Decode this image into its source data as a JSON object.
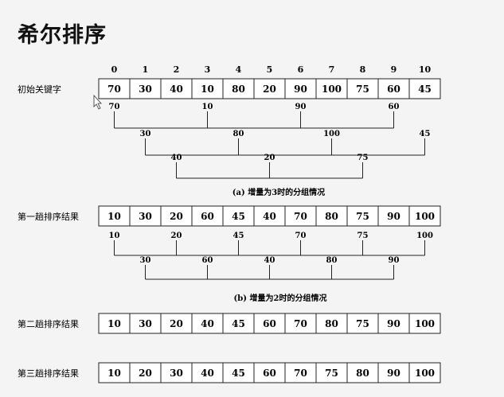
{
  "title": "希尔排序",
  "indices": [
    "0",
    "1",
    "2",
    "3",
    "4",
    "5",
    "6",
    "7",
    "8",
    "9",
    "10"
  ],
  "rows": [
    {
      "label": "初始关键字",
      "values": [
        "70",
        "30",
        "40",
        "10",
        "80",
        "20",
        "90",
        "100",
        "75",
        "60",
        "45"
      ]
    },
    {
      "label": "第一趟排序结果",
      "values": [
        "10",
        "30",
        "20",
        "60",
        "45",
        "40",
        "70",
        "80",
        "75",
        "90",
        "100"
      ]
    },
    {
      "label": "第二趟排序结果",
      "values": [
        "10",
        "30",
        "20",
        "40",
        "45",
        "60",
        "70",
        "80",
        "75",
        "90",
        "100"
      ]
    },
    {
      "label": "第三趟排序结果",
      "values": [
        "10",
        "20",
        "30",
        "40",
        "45",
        "60",
        "70",
        "75",
        "80",
        "90",
        "100"
      ]
    }
  ],
  "caption_a": "(a) 增量为3时的分组情况",
  "caption_b": "(b) 增量为2时的分组情况",
  "groups_a": [
    {
      "values": [
        "70",
        "10",
        "90",
        "60"
      ],
      "cols": [
        0,
        3,
        6,
        9
      ]
    },
    {
      "values": [
        "30",
        "80",
        "100",
        "45"
      ],
      "cols": [
        1,
        4,
        7,
        10
      ]
    },
    {
      "values": [
        "40",
        "20",
        "75"
      ],
      "cols": [
        2,
        5,
        8
      ]
    }
  ],
  "groups_b": [
    {
      "values": [
        "10",
        "20",
        "45",
        "70",
        "75",
        "100"
      ],
      "cols": [
        0,
        2,
        4,
        6,
        8,
        10
      ]
    },
    {
      "values": [
        "30",
        "60",
        "40",
        "80",
        "90"
      ],
      "cols": [
        1,
        3,
        5,
        7,
        9
      ]
    }
  ],
  "colors": {
    "line": "#222222",
    "cell_fill": "#ffffff",
    "background": "#f4f4f4"
  }
}
